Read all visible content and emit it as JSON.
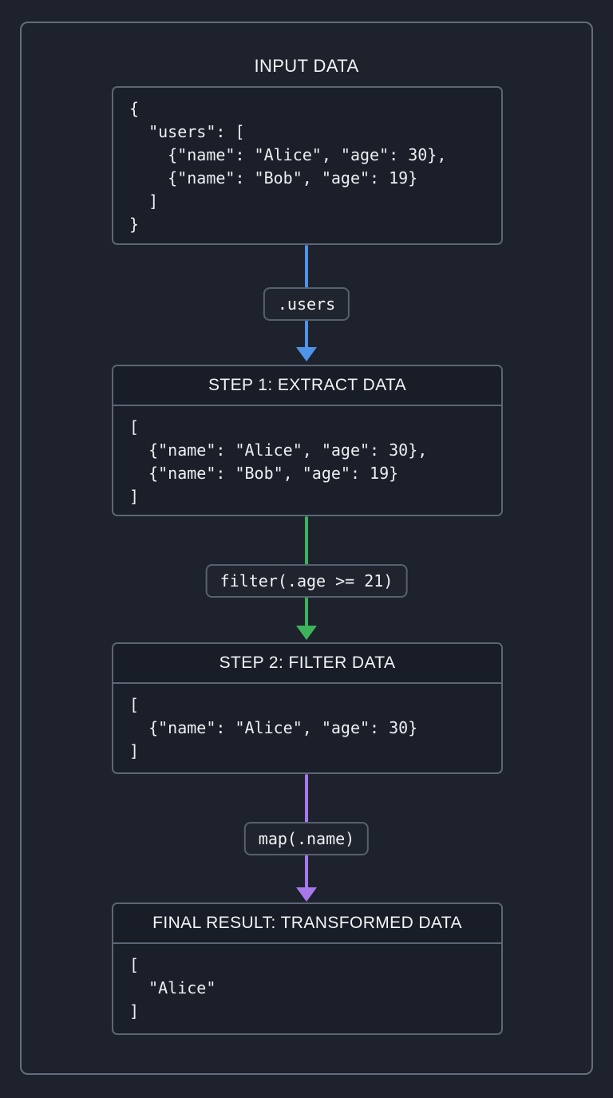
{
  "diagram": {
    "title": "INPUT DATA",
    "input": {
      "code": "{\n  \"users\": [\n    {\"name\": \"Alice\", \"age\": 30},\n    {\"name\": \"Bob\", \"age\": 19}\n  ]\n}"
    },
    "step1": {
      "title": "STEP 1: EXTRACT DATA",
      "code": "[\n  {\"name\": \"Alice\", \"age\": 30},\n  {\"name\": \"Bob\", \"age\": 19}\n]"
    },
    "step2": {
      "title": "STEP 2: FILTER DATA",
      "code": "[\n  {\"name\": \"Alice\", \"age\": 30}\n]"
    },
    "final": {
      "title": "FINAL RESULT: TRANSFORMED DATA",
      "code": "[\n  \"Alice\"\n]"
    },
    "arrows": [
      {
        "label": ".users",
        "color": "#4e94e8"
      },
      {
        "label": "filter(.age >= 21)",
        "color": "#3cb45c"
      },
      {
        "label": "map(.name)",
        "color": "#a678ea"
      }
    ],
    "colors": {
      "background": "#1e222d",
      "box_border": "#5c6674",
      "text": "#eceef0",
      "arrow_blue": "#4e94e8",
      "arrow_green": "#3cb45c",
      "arrow_purple": "#a678ea"
    }
  }
}
